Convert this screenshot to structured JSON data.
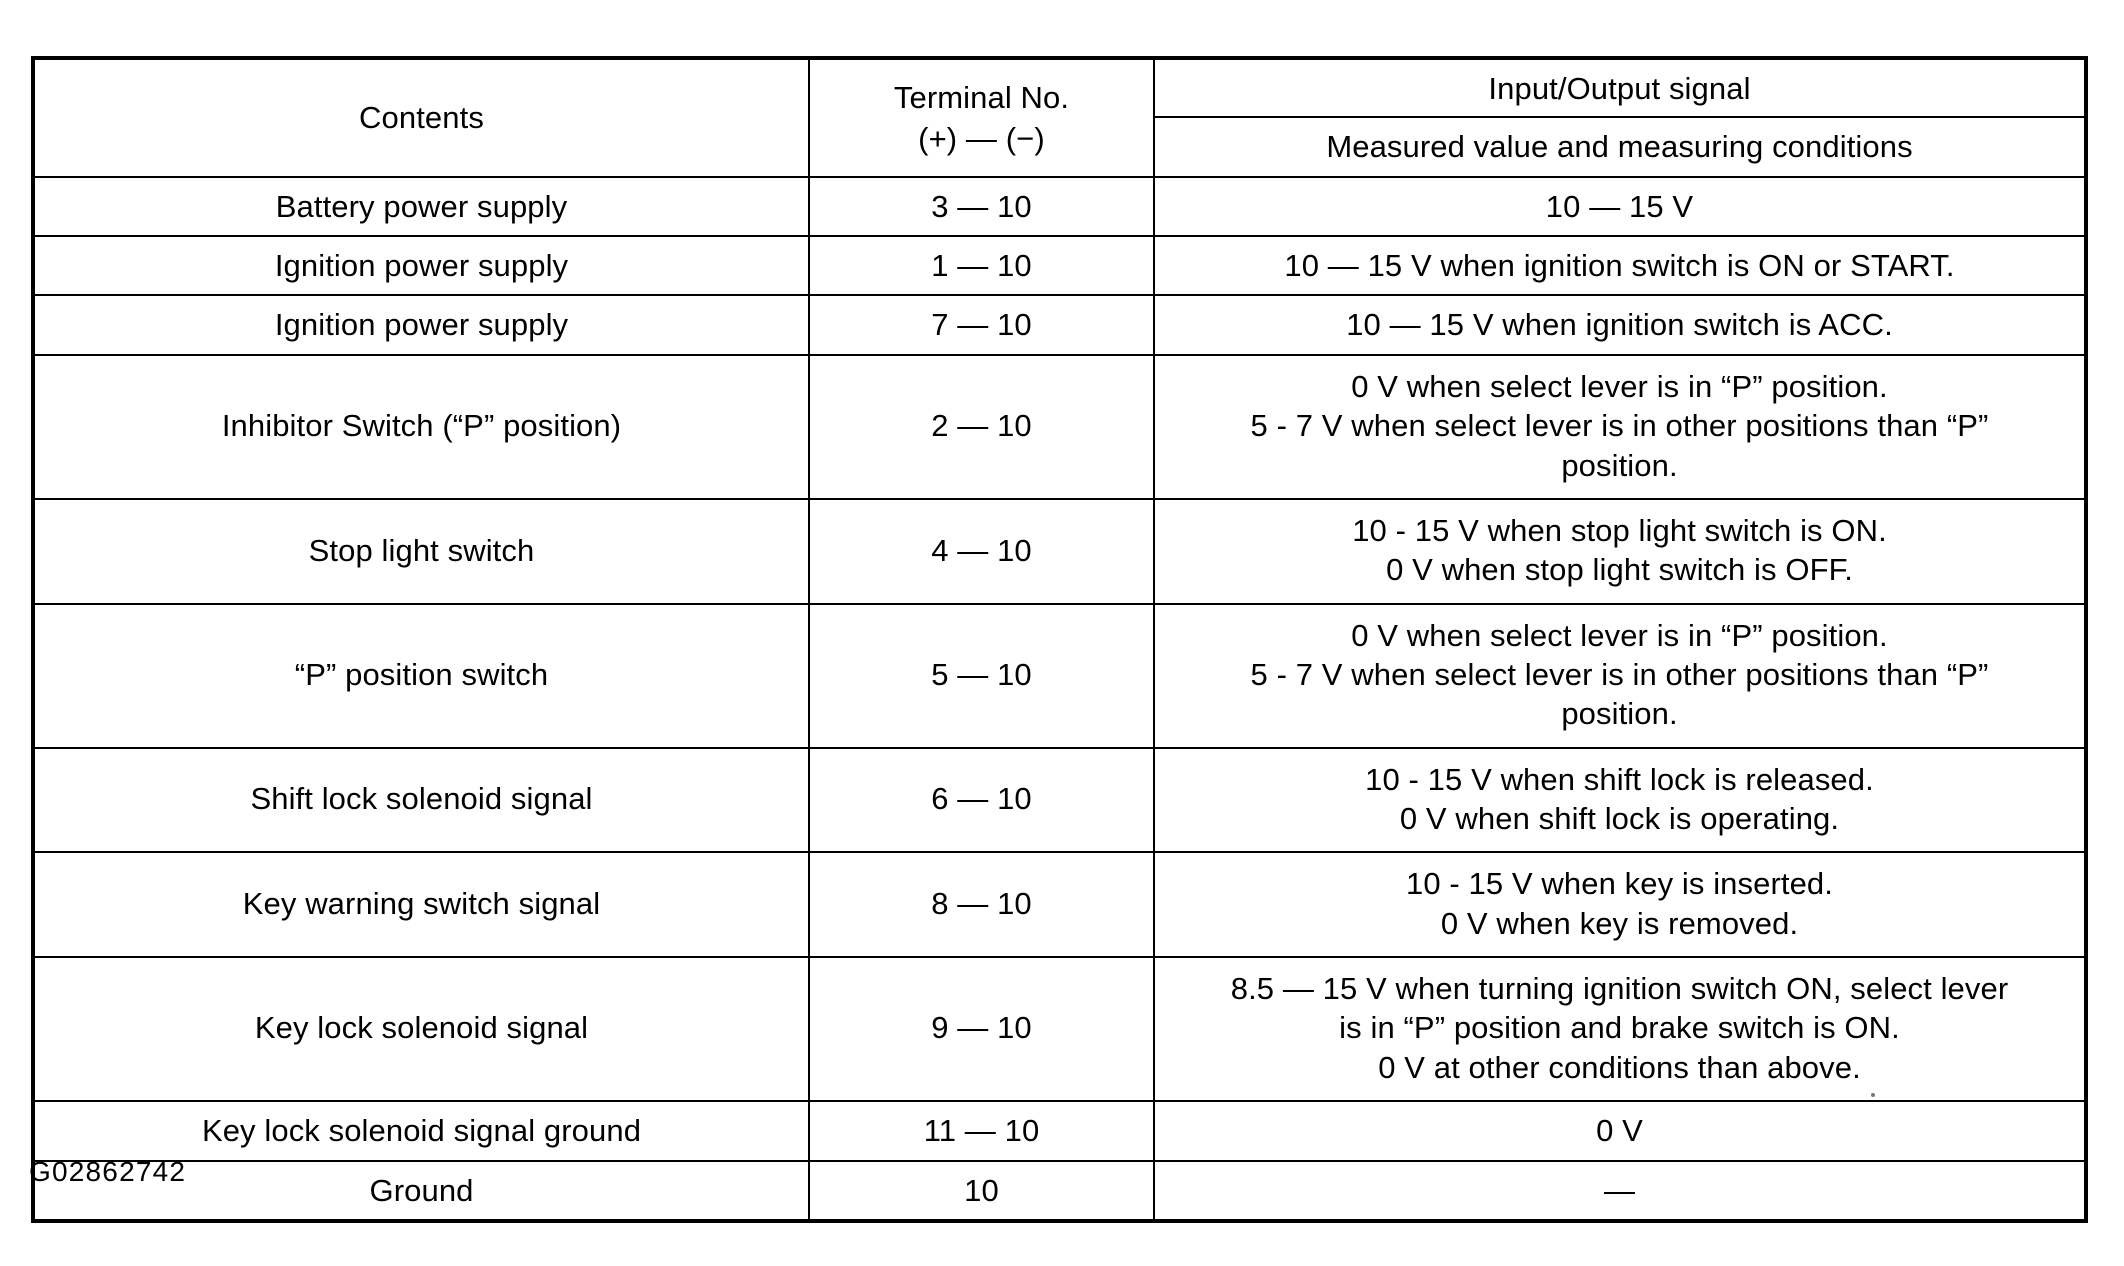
{
  "document": {
    "figure_id": "G02862742"
  },
  "table": {
    "headers": {
      "contents": "Contents",
      "terminal_no_line1": "Terminal No.",
      "terminal_no_line2": "(+) — (−)",
      "io_signal": "Input/Output signal",
      "measured_value": "Measured value and measuring conditions"
    },
    "rows": [
      {
        "contents": "Battery power supply",
        "terminal": "3 — 10",
        "signal_lines": [
          "10 — 15 V"
        ]
      },
      {
        "contents": "Ignition power supply",
        "terminal": "1 — 10",
        "signal_lines": [
          "10 — 15 V when ignition switch is ON or START."
        ]
      },
      {
        "contents": "Ignition power supply",
        "terminal": "7 — 10",
        "signal_lines": [
          "10 — 15 V when ignition switch is ACC."
        ]
      },
      {
        "contents": "Inhibitor Switch (“P” position)",
        "terminal": "2 — 10",
        "signal_lines": [
          "0 V when select lever is in “P” position.",
          "5 - 7 V when select lever is in other positions than “P”",
          "position."
        ]
      },
      {
        "contents": "Stop light switch",
        "terminal": "4 — 10",
        "signal_lines": [
          "10 - 15 V when stop light switch is ON.",
          "0 V when stop light switch is OFF."
        ]
      },
      {
        "contents": "“P” position switch",
        "terminal": "5 — 10",
        "signal_lines": [
          "0 V when select lever is in “P” position.",
          "5 - 7 V when select lever is in other positions than “P”",
          "position."
        ]
      },
      {
        "contents": "Shift lock solenoid signal",
        "terminal": "6 — 10",
        "signal_lines": [
          "10 - 15 V when shift lock is released.",
          "0 V when shift lock is operating."
        ]
      },
      {
        "contents": "Key warning switch signal",
        "terminal": "8 — 10",
        "signal_lines": [
          "10 - 15 V when key is inserted.",
          "0 V when key is removed."
        ]
      },
      {
        "contents": "Key lock solenoid signal",
        "terminal": "9 — 10",
        "signal_lines": [
          "8.5 — 15 V when turning ignition switch ON, select lever",
          "is in “P” position and brake switch is ON.",
          "0 V at other conditions than above."
        ]
      },
      {
        "contents": "Key lock solenoid signal ground",
        "terminal": "11 — 10",
        "signal_lines": [
          "0 V"
        ]
      },
      {
        "contents": "Ground",
        "terminal": "10",
        "signal_lines": [
          "—"
        ]
      }
    ]
  }
}
